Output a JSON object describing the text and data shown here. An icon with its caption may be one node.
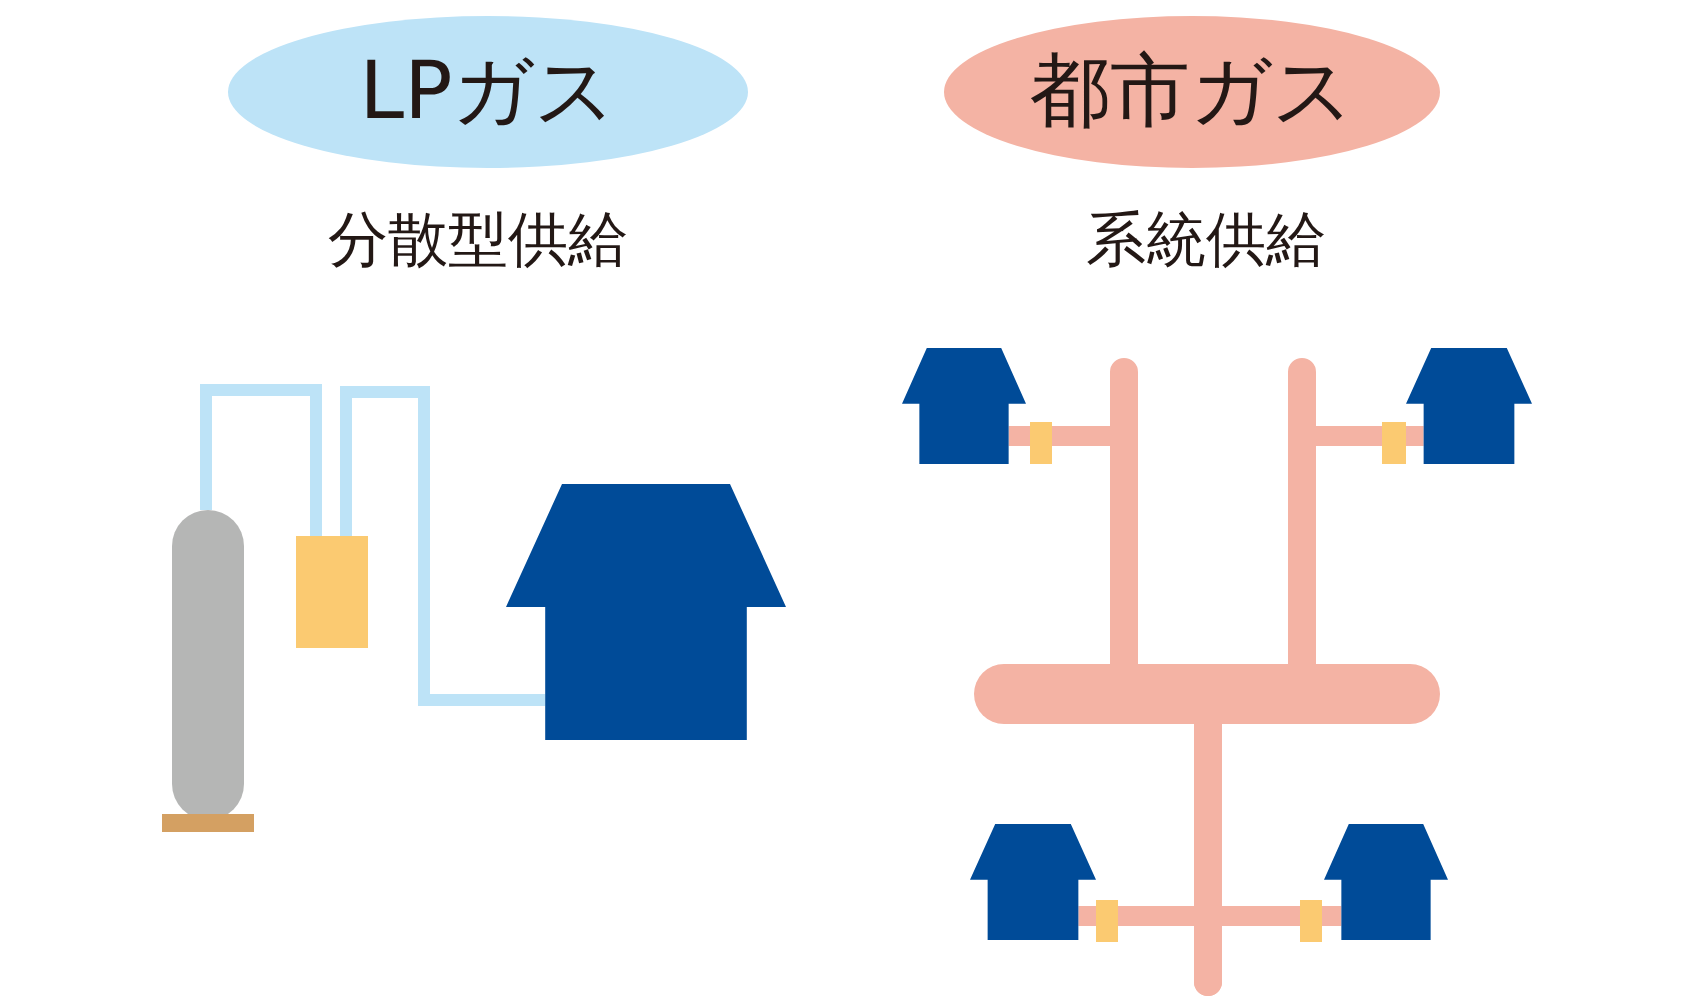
{
  "diagram": {
    "nodes": [
      {
        "text": [
          "LPガス"
        ],
        "beside": [
          "分散型供給"
        ]
      },
      {
        "text": [
          "都市ガス"
        ],
        "beside": [
          "系統供給"
        ]
      },
      {
        "text": [],
        "shape": "cylinder"
      },
      {
        "text": [],
        "shape": "box"
      },
      {
        "text": [],
        "shape": "house"
      },
      {
        "text": [],
        "shape": "house"
      },
      {
        "text": [],
        "shape": "box"
      },
      {
        "text": [],
        "shape": "box"
      },
      {
        "text": [],
        "shape": "house"
      },
      {
        "text": [],
        "shape": "bar"
      },
      {
        "text": [],
        "shape": "house"
      },
      {
        "text": [],
        "shape": "box"
      },
      {
        "text": [],
        "shape": "box"
      },
      {
        "text": [],
        "shape": "house"
      }
    ],
    "edges": [
      {
        "from": 2,
        "to": 3,
        "arrow": "none",
        "color": "#bde3f7"
      },
      {
        "from": 3,
        "to": 4,
        "arrow": "none",
        "color": "#bde3f7"
      },
      {
        "from": 9,
        "to": 6,
        "arrow": "none"
      },
      {
        "from": 6,
        "to": 5,
        "arrow": "none"
      },
      {
        "from": 9,
        "to": 7,
        "arrow": "none"
      },
      {
        "from": 7,
        "to": 8,
        "arrow": "none"
      },
      {
        "from": 9,
        "to": 11,
        "arrow": "none"
      },
      {
        "from": 11,
        "to": 10,
        "arrow": "none"
      },
      {
        "from": 9,
        "to": 12,
        "arrow": "none"
      },
      {
        "from": 12,
        "to": 13,
        "arrow": "none"
      }
    ]
  }
}
